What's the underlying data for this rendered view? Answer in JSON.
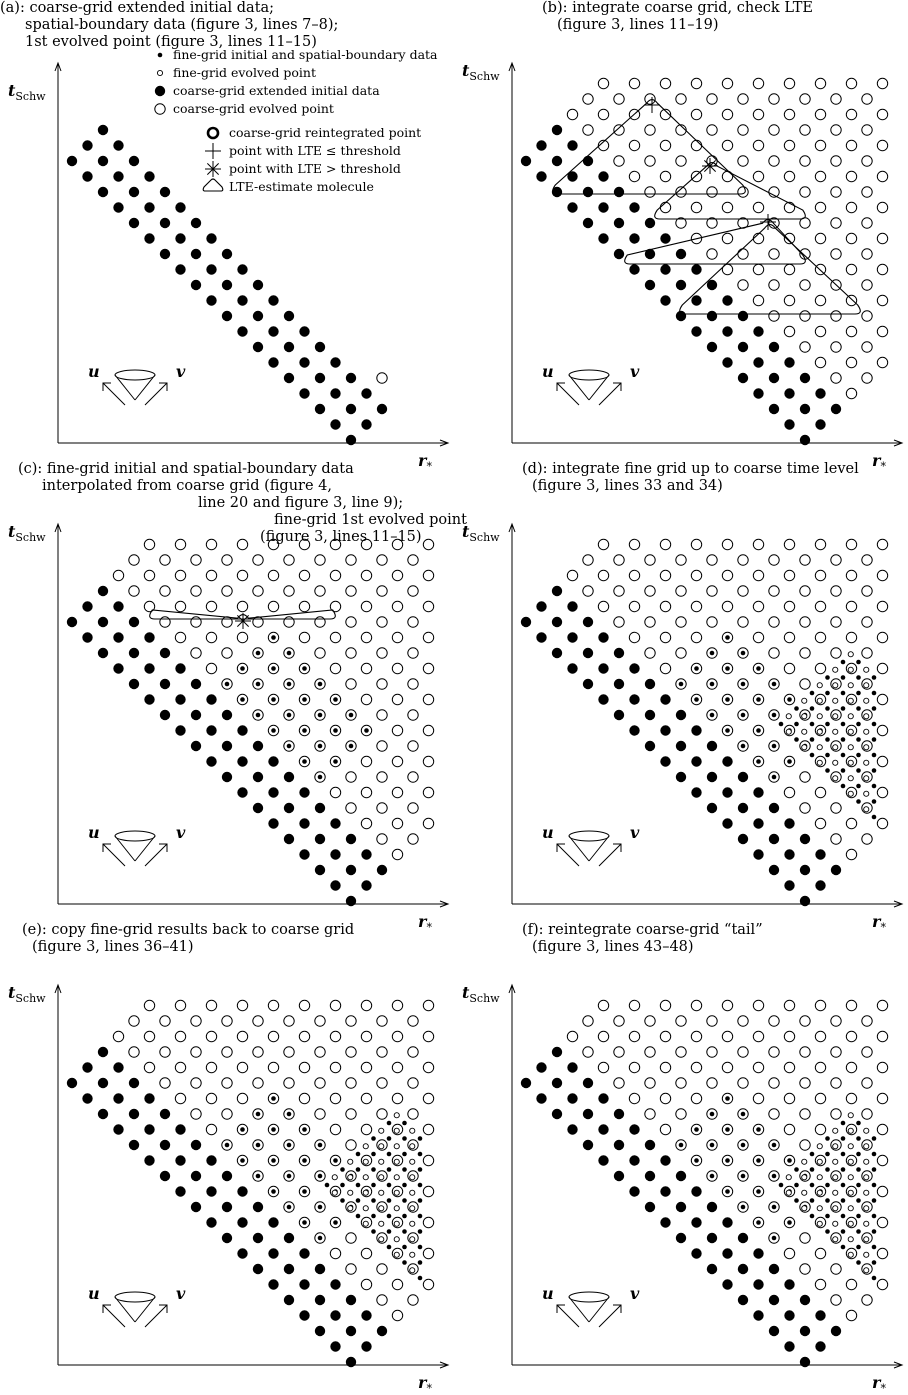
{
  "axes": {
    "y_label": "t",
    "y_sub": "Schw",
    "x_label": "r",
    "x_sub": "*",
    "u": "u",
    "v": "v"
  },
  "panels": [
    {
      "id": "a",
      "caption": [
        "(a): coarse-grid extended initial data;",
        "spatial-boundary data (figure 3, lines 7–8);",
        "1st evolved point (figure 3, lines 11–15)"
      ]
    },
    {
      "id": "b",
      "caption": [
        "(b): integrate coarse grid, check LTE",
        "(figure 3, lines 11–19)"
      ]
    },
    {
      "id": "c",
      "caption": [
        "(c): fine-grid initial and spatial-boundary data",
        "interpolated from coarse grid (figure 4,",
        "line 20 and figure 3, line 9);",
        "fine-grid 1st evolved point",
        "(figure 3, lines 11–15)"
      ]
    },
    {
      "id": "d",
      "caption": [
        "(d): integrate fine grid up to coarse time level",
        "(figure 3, lines 33 and 34)"
      ]
    },
    {
      "id": "e",
      "caption": [
        "(e): copy fine-grid results back to coarse grid",
        "(figure 3, lines 36–41)"
      ]
    },
    {
      "id": "f",
      "caption": [
        "(f): reintegrate coarse-grid “tail”",
        "(figure 3, lines 43–48)"
      ]
    }
  ],
  "legend": [
    {
      "symbol": "fine-dot",
      "label": "fine-grid initial and spatial-boundary data"
    },
    {
      "symbol": "fine-open",
      "label": "fine-grid evolved point"
    },
    {
      "symbol": "coarse-dot",
      "label": "coarse-grid extended initial data"
    },
    {
      "symbol": "coarse-open",
      "label": "coarse-grid evolved point"
    },
    {
      "symbol": "thick-open",
      "label": "coarse-grid reintegrated point"
    },
    {
      "symbol": "plus",
      "label": "point with LTE ≤ threshold"
    },
    {
      "symbol": "star",
      "label": "point with LTE > threshold"
    },
    {
      "symbol": "molecule",
      "label": "LTE-estimate molecule"
    }
  ]
}
